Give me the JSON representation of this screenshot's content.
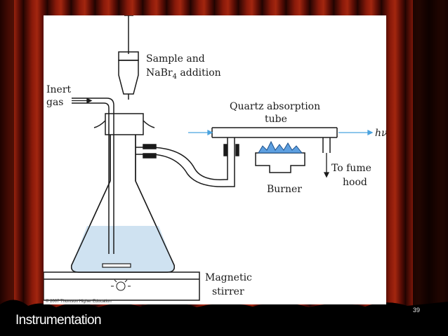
{
  "slide": {
    "title": "Instrumentation",
    "page_number": "39"
  },
  "diagram": {
    "labels": {
      "sample": [
        "Sample and",
        "NaBr4 addition"
      ],
      "inert_gas": [
        "Inert",
        "gas"
      ],
      "quartz_tube": [
        "Quartz absorption",
        "tube"
      ],
      "hv": "hν",
      "burner": "Burner",
      "fume_hood": [
        "To fume",
        "hood"
      ],
      "stirrer": [
        "Magnetic",
        "stirrer"
      ]
    },
    "credit": "© 2007 Thomson Higher Education",
    "colors": {
      "liquid": "#cfe2f1",
      "flame": "#5d9fe0",
      "arrow": "#4aa3df",
      "curtain": "#7a1408"
    }
  }
}
